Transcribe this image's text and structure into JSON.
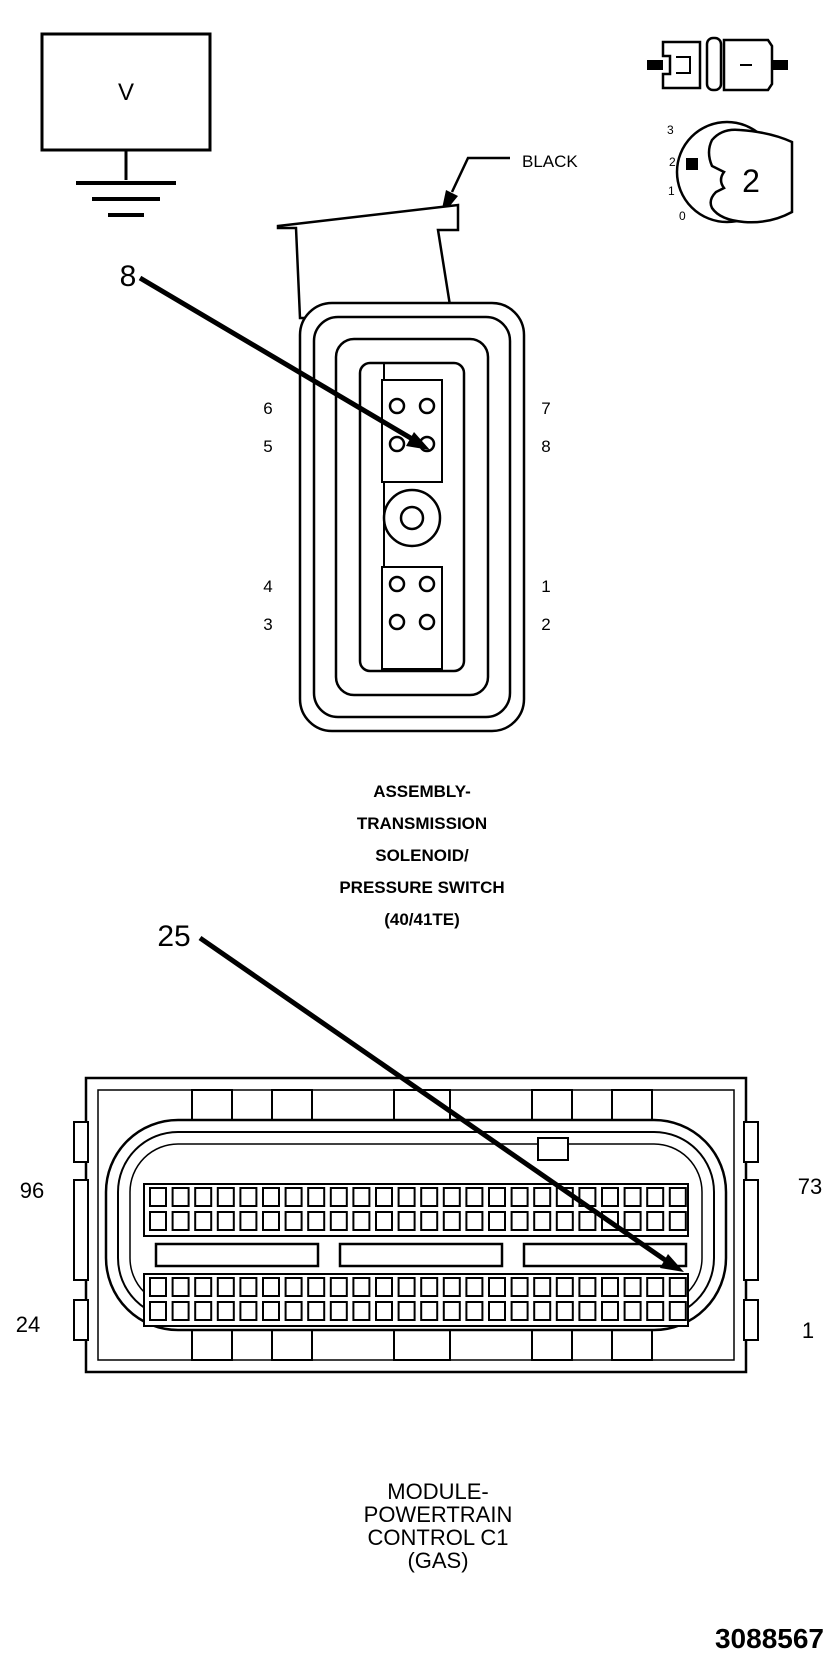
{
  "meter": {
    "symbol": "V"
  },
  "callouts": {
    "wire_color": "BLACK",
    "solenoid_pin": "8",
    "pcm_pin": "25"
  },
  "key_positions": {
    "p3": "3",
    "p2": "2",
    "p1": "1",
    "p0": "0",
    "selected": "2"
  },
  "solenoid_connector": {
    "pin_labels": {
      "p6": "6",
      "p5": "5",
      "p4": "4",
      "p3": "3",
      "p7": "7",
      "p8": "8",
      "p1": "1",
      "p2": "2"
    },
    "title_lines": [
      "ASSEMBLY-",
      "TRANSMISSION",
      "SOLENOID/",
      "PRESSURE SWITCH",
      "(40/41TE)"
    ]
  },
  "pcm_connector": {
    "corner_labels": {
      "top_left": "96",
      "top_right": "73",
      "bottom_left": "24",
      "bottom_right": "1"
    },
    "title_lines": [
      "MODULE-",
      "POWERTRAIN",
      "CONTROL C1",
      "(GAS)"
    ]
  },
  "figure_id": "3088567"
}
